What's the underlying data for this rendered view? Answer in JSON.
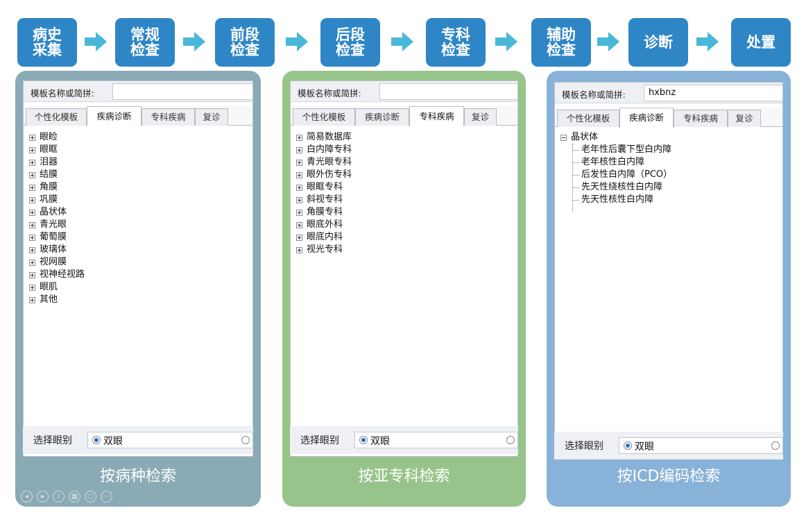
{
  "flow": {
    "steps": [
      "病史\n采集",
      "常规\n检查",
      "前段\n检查",
      "后段\n检查",
      "专科\n检查",
      "辅助\n检查",
      "诊断",
      "处置"
    ],
    "step_color": "#2f86c6",
    "arrow_color": "#49b8d8"
  },
  "panels": [
    {
      "search_label": "模板名称或简拼:",
      "search_value": "",
      "tabs": [
        "个性化模板",
        "疾病诊断",
        "专科疾病",
        "复诊"
      ],
      "active_tab": "疾病诊断",
      "tree": [
        "眼睑",
        "眼眶",
        "泪器",
        "结膜",
        "角膜",
        "巩膜",
        "晶状体",
        "青光眼",
        "葡萄膜",
        "玻璃体",
        "视网膜",
        "视神经视路",
        "眼肌",
        "其他"
      ],
      "eye_label": "选择眼别",
      "eye_option": "双眼",
      "caption": "按病种检索",
      "color": "#8aaab5"
    },
    {
      "search_label": "模板名称或简拼:",
      "search_value": "",
      "tabs": [
        "个性化模板",
        "疾病诊断",
        "专科疾病",
        "复诊"
      ],
      "active_tab": "专科疾病",
      "tree": [
        "简易数据库",
        "白内障专科",
        "青光眼专科",
        "眼外伤专科",
        "眼眶专科",
        "斜视专科",
        "角膜专科",
        "眼底外科",
        "眼底内科",
        "视光专科"
      ],
      "eye_label": "选择眼别",
      "eye_option": "双眼",
      "caption": "按亚专科检索",
      "color": "#97c48a"
    },
    {
      "search_label": "模板名称或简拼:",
      "search_value": "hxbnz",
      "tabs": [
        "个性化模板",
        "疾病诊断",
        "专科疾病",
        "复诊"
      ],
      "active_tab": "疾病诊断",
      "tree_root": "晶状体",
      "tree_children": [
        "老年性后囊下型白内障",
        "老年核性白内障",
        "后发性白内障（PCO）",
        "先天性绕核性白内障",
        "先天性核性白内障"
      ],
      "eye_label": "选择眼别",
      "eye_option": "双眼",
      "caption": "按ICD编码检索",
      "color": "#88b2d7"
    }
  ]
}
